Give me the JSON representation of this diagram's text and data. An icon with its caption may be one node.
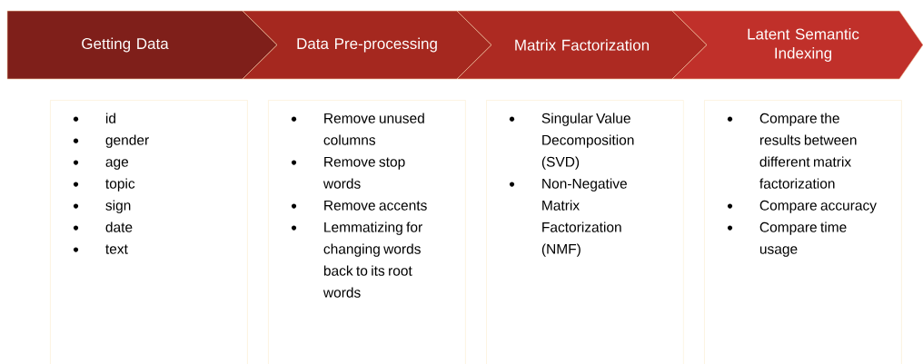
{
  "diagram": {
    "nodes": [
      {
        "text": [
          "Getting Data"
        ]
      },
      {
        "text": [
          "Data Pre-processing"
        ]
      },
      {
        "text": [
          "Matrix Factorization"
        ]
      },
      {
        "text": [
          "Latent Semantic Indexing"
        ]
      },
      {
        "text": [
          "id",
          "gender",
          "age",
          "topic",
          "sign",
          "date",
          "text"
        ]
      },
      {
        "text": [
          "Remove unused columns",
          "Remove stop words",
          "Remove accents",
          "Lemmatizing for changing words back to its root words"
        ]
      },
      {
        "text": [
          "Singular Value Decomposition (SVD)",
          "Non-Negative Matrix Factorization (NMF)"
        ]
      },
      {
        "text": [
          "Compare the results between different matrix factorization",
          "Compare accuracy",
          "Compare time usage"
        ]
      }
    ]
  }
}
